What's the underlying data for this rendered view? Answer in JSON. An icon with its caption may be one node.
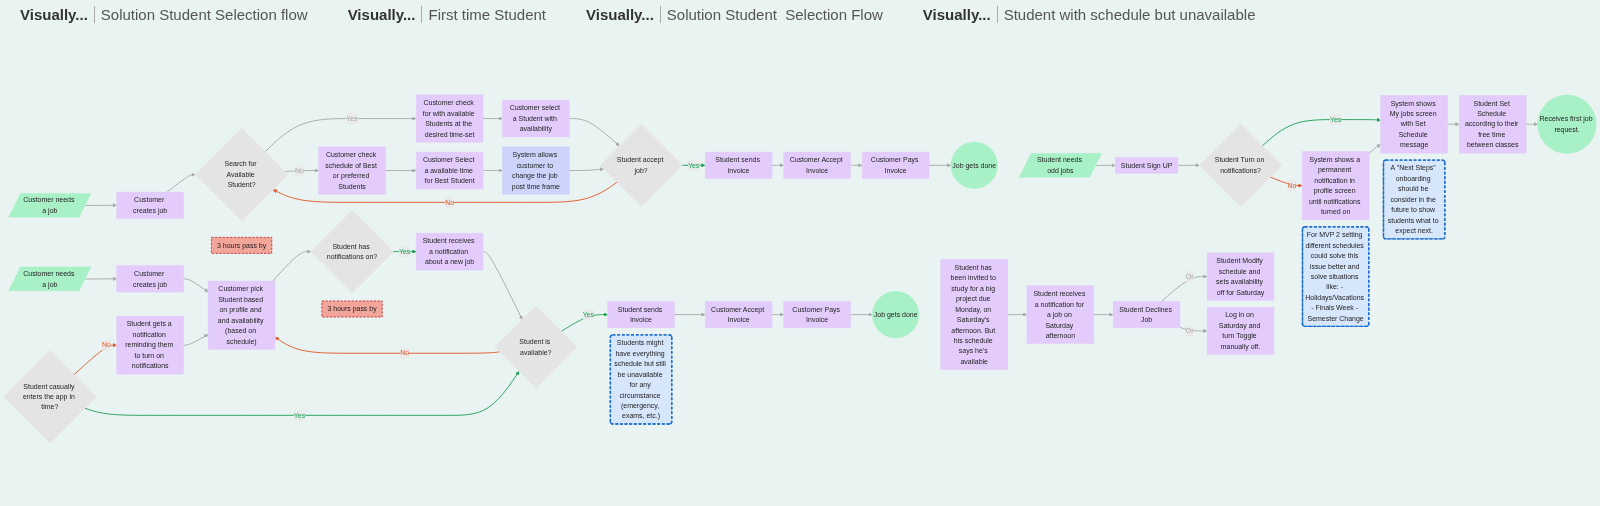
{
  "diagram": {
    "nodes": [
      {
        "text": [
          "Customer needs a job"
        ]
      },
      {
        "text": [
          "Customer creates job"
        ]
      },
      {
        "text": [
          "Search for Available Student?"
        ]
      },
      {
        "text": [
          "Customer check for with available Students at the desired time-set"
        ]
      },
      {
        "text": [
          "Customer select a Student with availability"
        ]
      },
      {
        "text": [
          "Customer check schedule of Best or preferred Students"
        ]
      },
      {
        "text": [
          "Customer Select a available time for Best Student"
        ]
      },
      {
        "text": [
          "System allows customer to change the job post time frame"
        ]
      },
      {
        "text": [
          "3 hours pass by"
        ]
      },
      {
        "text": [
          "Student accept job?"
        ]
      },
      {
        "text": [
          "Customer Accept Invoice"
        ]
      },
      {
        "text": [
          "Customer Pays Invoice"
        ]
      },
      {
        "text": [
          "Job gets done"
        ]
      },
      {
        "text": [
          "Student sends invoice"
        ]
      },
      {
        "text": [
          "Student needs odd jobs"
        ]
      },
      {
        "text": [
          "Student Sign UP"
        ]
      },
      {
        "text": [
          "Student Turn on notifications?"
        ]
      },
      {
        "text": [
          "System shows My jobs screen with Set Schedule message"
        ]
      },
      {
        "text": [
          "Student Set Schedule according to their free time between classes"
        ]
      },
      {
        "text": [
          "Receives first job request."
        ]
      },
      {
        "text": [
          "System shows a permanent notification in profile screen until notifications turned on"
        ]
      },
      {
        "text": [
          "A \"Next Steps\" onboarding should be consider in the future to show students what to expect next."
        ]
      },
      {
        "text": [
          "Customer needs a job"
        ]
      },
      {
        "text": [
          "Customer creates job"
        ]
      },
      {
        "text": [
          "Customer pick Student based on profile and and availability (based on schedule)"
        ]
      },
      {
        "text": [
          "Student has notifications on?"
        ]
      },
      {
        "text": [
          "Student receives a notification about a new job"
        ]
      },
      {
        "text": [
          "Student is available?"
        ]
      },
      {
        "text": [
          "Student sends invoice"
        ]
      },
      {
        "text": [
          "Customer Accept Invoice"
        ]
      },
      {
        "text": [
          "Customer Pays Invoice"
        ]
      },
      {
        "text": [
          "Job gets done"
        ]
      },
      {
        "text": [
          "Student gets a notification reminding them to turn on notifications"
        ]
      },
      {
        "text": [
          "3 hours pass by"
        ]
      },
      {
        "text": [
          "Student casually enters the app in time?"
        ]
      },
      {
        "text": [
          "Students might have everything schedule but still be unavailable for any circumstance (emergency, exams, etc.)"
        ]
      },
      {
        "text": [
          "Student has been invited to study for a big project due Monday, on Saturday's afternoon. But his schedule says he's available"
        ]
      },
      {
        "text": [
          "Student receives a notification for a job on Saturday afternoon"
        ]
      },
      {
        "text": [
          "Student Declines Job"
        ]
      },
      {
        "text": [
          "Student Modify schedule and sets availability off for Saturday"
        ]
      },
      {
        "text": [
          "Log in on Saturday and turn Toggle manually off."
        ]
      },
      {
        "text": [
          "For MVP 2 setting different schedules could solve this issue better and solve situations like: - Holidays/Vacations - Finals Week - Semester Change"
        ]
      }
    ],
    "edges": [
      {
        "from": 0,
        "to": 1,
        "arrow": "to"
      },
      {
        "from": 1,
        "to": 2,
        "arrow": "to"
      },
      {
        "from": 2,
        "to": 3,
        "arrow": "to",
        "label": "Yes"
      },
      {
        "from": 3,
        "to": 4,
        "arrow": "to"
      },
      {
        "from": 2,
        "to": 5,
        "arrow": "to",
        "label": "No"
      },
      {
        "from": 5,
        "to": 6,
        "arrow": "to"
      },
      {
        "from": 6,
        "to": 7,
        "arrow": "to"
      },
      {
        "from": 4,
        "to": 9,
        "arrow": "to"
      },
      {
        "from": 7,
        "to": 9,
        "arrow": "to"
      },
      {
        "from": 9,
        "to": 13,
        "arrow": "to",
        "label": "Yes",
        "color": "#1fa055"
      },
      {
        "from": 13,
        "to": 10,
        "arrow": "to"
      },
      {
        "from": 10,
        "to": 11,
        "arrow": "to"
      },
      {
        "from": 11,
        "to": 12,
        "arrow": "to"
      },
      {
        "from": 9,
        "to": 2,
        "arrow": "to",
        "label": "No",
        "color": "#e05a2b"
      },
      {
        "from": 14,
        "to": 15,
        "arrow": "to"
      },
      {
        "from": 15,
        "to": 16,
        "arrow": "to"
      },
      {
        "from": 16,
        "to": 17,
        "arrow": "to",
        "label": "Yes",
        "color": "#1fa055"
      },
      {
        "from": 17,
        "to": 18,
        "arrow": "to"
      },
      {
        "from": 18,
        "to": 19,
        "arrow": "to"
      },
      {
        "from": 16,
        "to": 20,
        "arrow": "to",
        "label": "No",
        "color": "#e05a2b"
      },
      {
        "from": 20,
        "to": 17,
        "arrow": "to"
      },
      {
        "from": 22,
        "to": 23,
        "arrow": "to"
      },
      {
        "from": 23,
        "to": 24,
        "arrow": "to"
      },
      {
        "from": 24,
        "to": 25,
        "arrow": "to"
      },
      {
        "from": 25,
        "to": 26,
        "arrow": "to",
        "label": "Yes",
        "color": "#1fa055"
      },
      {
        "from": 26,
        "to": 27,
        "arrow": "to"
      },
      {
        "from": 27,
        "to": 28,
        "arrow": "to",
        "label": "Yes",
        "color": "#1fa055"
      },
      {
        "from": 28,
        "to": 29,
        "arrow": "to"
      },
      {
        "from": 29,
        "to": 30,
        "arrow": "to"
      },
      {
        "from": 30,
        "to": 31,
        "arrow": "to"
      },
      {
        "from": 27,
        "to": 24,
        "arrow": "to",
        "label": "No",
        "color": "#e05a2b"
      },
      {
        "from": 34,
        "to": 32,
        "arrow": "to",
        "label": "No",
        "color": "#e05a2b"
      },
      {
        "from": 32,
        "to": 24,
        "arrow": "to"
      },
      {
        "from": 34,
        "to": 27,
        "arrow": "to",
        "label": "Yes",
        "color": "#1fa055"
      },
      {
        "from": 36,
        "to": 37,
        "arrow": "to"
      },
      {
        "from": 37,
        "to": 38,
        "arrow": "to"
      },
      {
        "from": 38,
        "to": 39,
        "arrow": "to",
        "label": "Or"
      },
      {
        "from": 38,
        "to": 40,
        "arrow": "to",
        "label": "Or"
      }
    ],
    "labels": [
      "Visually...",
      "Solution Student Selection flow",
      "Visually...",
      "First time Student",
      "Visually...",
      "Solution Student  Selection Flow",
      "Visually...",
      "Student with schedule but unavailable"
    ]
  }
}
